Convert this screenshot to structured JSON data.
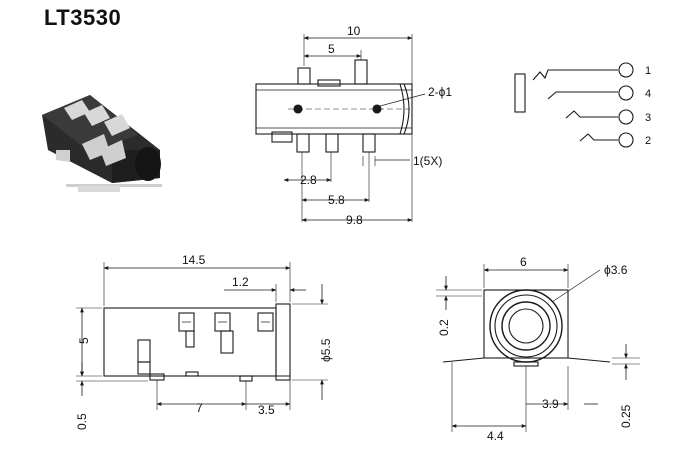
{
  "title": "LT3530",
  "colors": {
    "ink": "#1a1a1a",
    "body": "#2a2a2a",
    "contact": "#d8d8d8",
    "pad": "#c9c9c9",
    "paper": "#ffffff"
  },
  "top_view": {
    "width": "10",
    "pitch": "5",
    "holes": "2-ϕ1",
    "pin_width": "1(5X)",
    "dim_a": "2.8",
    "dim_b": "5.8",
    "dim_c": "9.8"
  },
  "schematic": {
    "pins": [
      "1",
      "4",
      "3",
      "2"
    ]
  },
  "side_view": {
    "length": "14.5",
    "flange": "1.2",
    "height": "5",
    "offset": "0.5",
    "pin_pitch": "7",
    "tail": "3.5",
    "diameter": "ϕ5.5"
  },
  "front_view": {
    "width": "6",
    "bore": "ϕ3.6",
    "gap": "0.2",
    "center": "3.9",
    "pad_dist": "4.4",
    "thickness": "0.25"
  }
}
